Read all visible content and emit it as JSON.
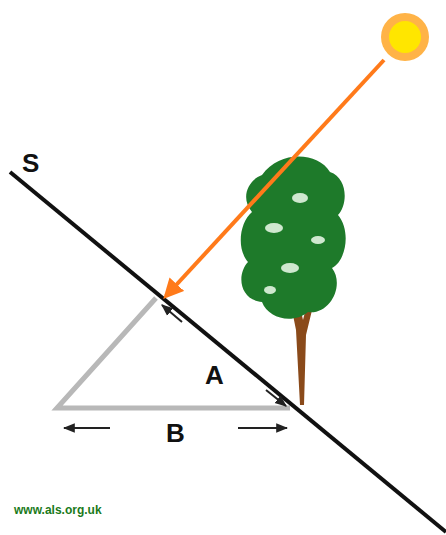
{
  "diagram": {
    "labels": [
      "S",
      "A",
      "B",
      "www.als.org.uk"
    ]
  }
}
